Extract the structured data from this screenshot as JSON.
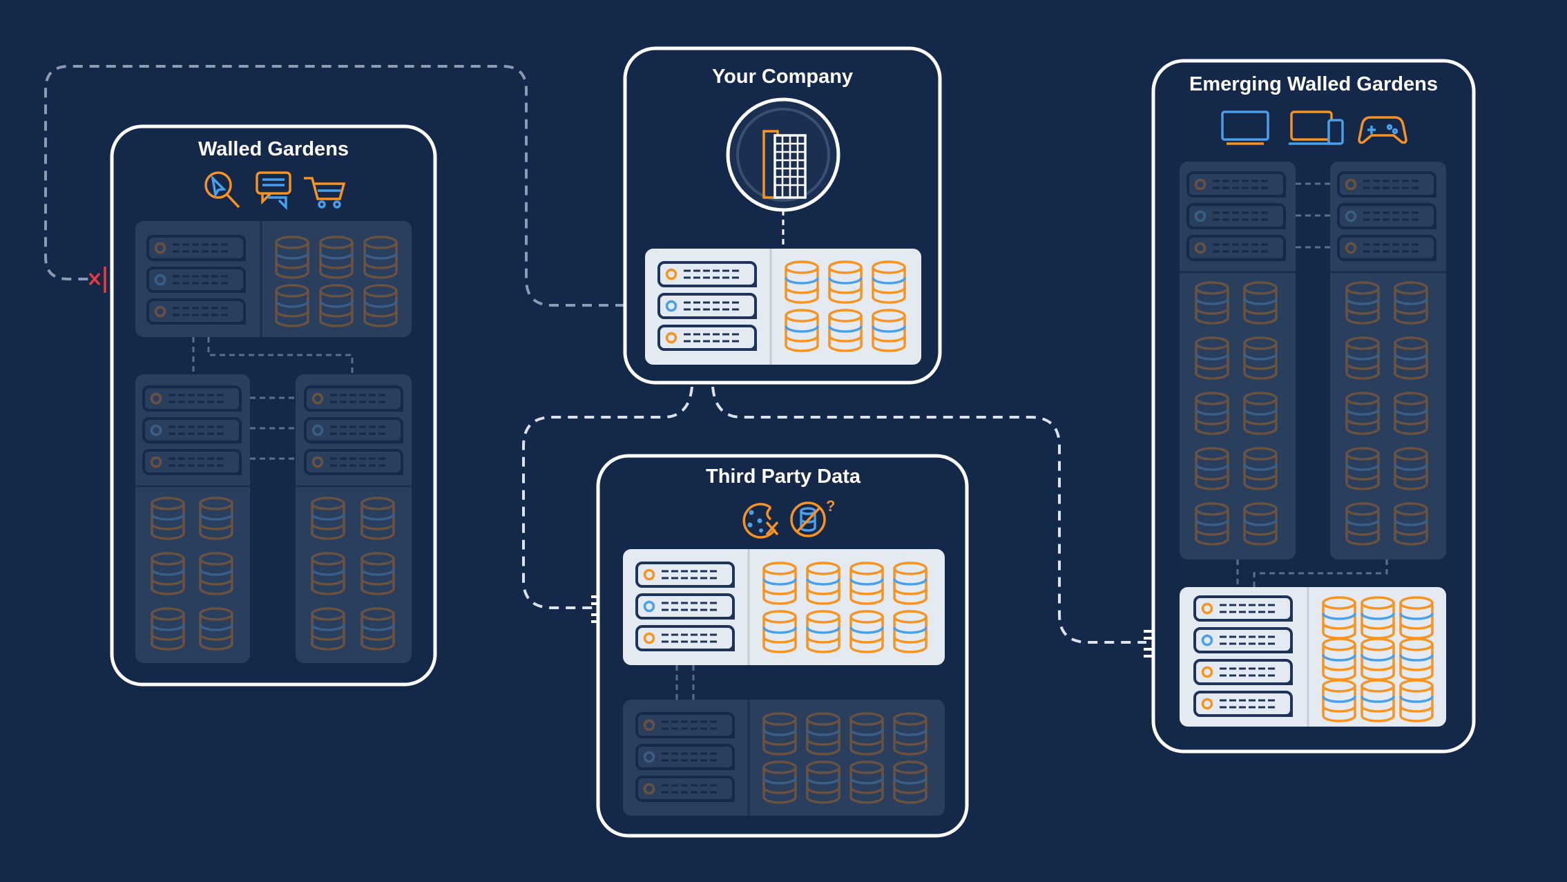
{
  "colors": {
    "background": "#14284a",
    "panel_border": "#ffffff",
    "active_rack": "#e4eaf2",
    "dim_rack": "#2a3e5e",
    "accent_orange": "#f7931e",
    "accent_blue": "#4a9fe8",
    "connector": "#c9d3e0",
    "blocked": "#e83c3c"
  },
  "panels": {
    "walled_gardens": {
      "title": "Walled Gardens",
      "icons": [
        "search-click-icon",
        "chat-icon",
        "shopping-cart-icon"
      ]
    },
    "your_company": {
      "title": "Your Company",
      "icons": [
        "office-building-icon"
      ]
    },
    "third_party_data": {
      "title": "Third Party Data",
      "icons": [
        "cookie-blocked-icon",
        "database-unknown-icon"
      ]
    },
    "emerging_walled_gardens": {
      "title": "Emerging Walled Gardens",
      "icons": [
        "tv-icon",
        "devices-icon",
        "game-controller-icon"
      ]
    }
  }
}
